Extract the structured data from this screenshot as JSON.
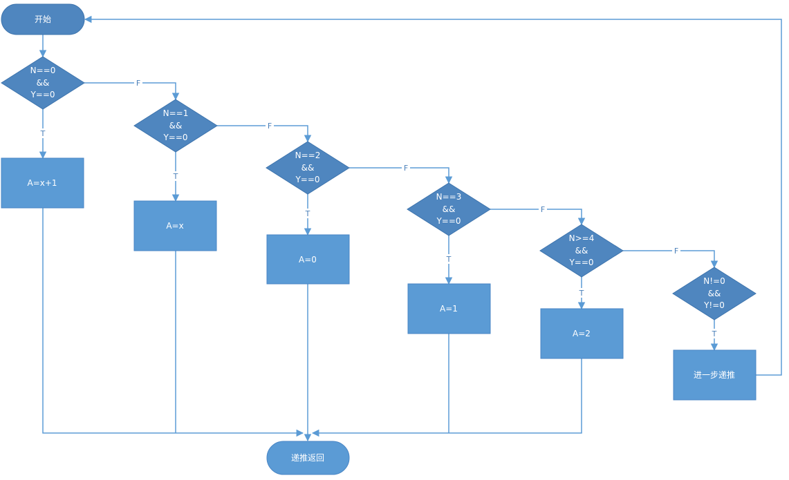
{
  "nodes": {
    "start": "开始",
    "d1": [
      "N==0",
      "&&",
      "Y==0"
    ],
    "d2": [
      "N==1",
      "&&",
      "Y==0"
    ],
    "d3": [
      "N==2",
      "&&",
      "Y==0"
    ],
    "d4": [
      "N==3",
      "&&",
      "Y==0"
    ],
    "d5": [
      "N>=4",
      "&&",
      "Y==0"
    ],
    "d6": [
      "N!=0",
      "&&",
      "Y!=0"
    ],
    "p1": "A=x+1",
    "p2": "A=x",
    "p3": "A=0",
    "p4": "A=1",
    "p5": "A=2",
    "p6": "进一步递推",
    "end": "递推返回"
  },
  "labels": {
    "true": "T",
    "false": "F"
  },
  "colors": {
    "process_fill": "#5b9bd5",
    "decision_fill": "#4f86bf",
    "edge": "#5b9bd5"
  }
}
